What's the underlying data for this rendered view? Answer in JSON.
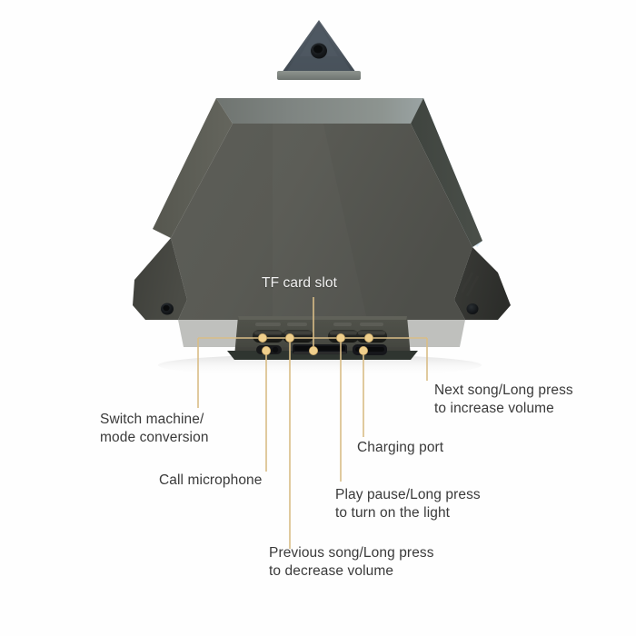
{
  "diagram": {
    "title": "Speaker control panel callout diagram",
    "background_color": "#fefefe",
    "leader_color": "#d9bd86",
    "leader_dot_color": "#f0cf8c",
    "body_color": "#575853",
    "accent_glow_color": "#aed4ef"
  },
  "device": {
    "name": "triangular-bluetooth-speaker",
    "mount_bracket": "mounting-bracket",
    "mount_hole": "mount-screw-hole",
    "left_screw_hole": "left-screw-hole",
    "right_screw_hole": "right-screw-hole",
    "light_panel": "rgb-light-edge-panel"
  },
  "controls": [
    {
      "id": "power-button",
      "name": "Switch machine / mode conversion"
    },
    {
      "id": "microphone",
      "name": "Call microphone"
    },
    {
      "id": "previous-button",
      "name": "Previous song / decrease volume"
    },
    {
      "id": "tf-card-slot",
      "name": "TF card slot"
    },
    {
      "id": "play-pause-button",
      "name": "Play pause / light"
    },
    {
      "id": "charging-port",
      "name": "Charging port"
    },
    {
      "id": "next-button",
      "name": "Next song / increase volume"
    }
  ],
  "labels": {
    "tf_card_slot": "TF card slot",
    "switch_machine": "Switch machine/\nmode conversion",
    "call_microphone": "Call microphone",
    "previous_song": "Previous song/Long press\nto decrease volume",
    "play_pause": "Play pause/Long press\nto turn on the light",
    "charging_port": "Charging port",
    "next_song": "Next song/Long press\nto increase volume"
  }
}
